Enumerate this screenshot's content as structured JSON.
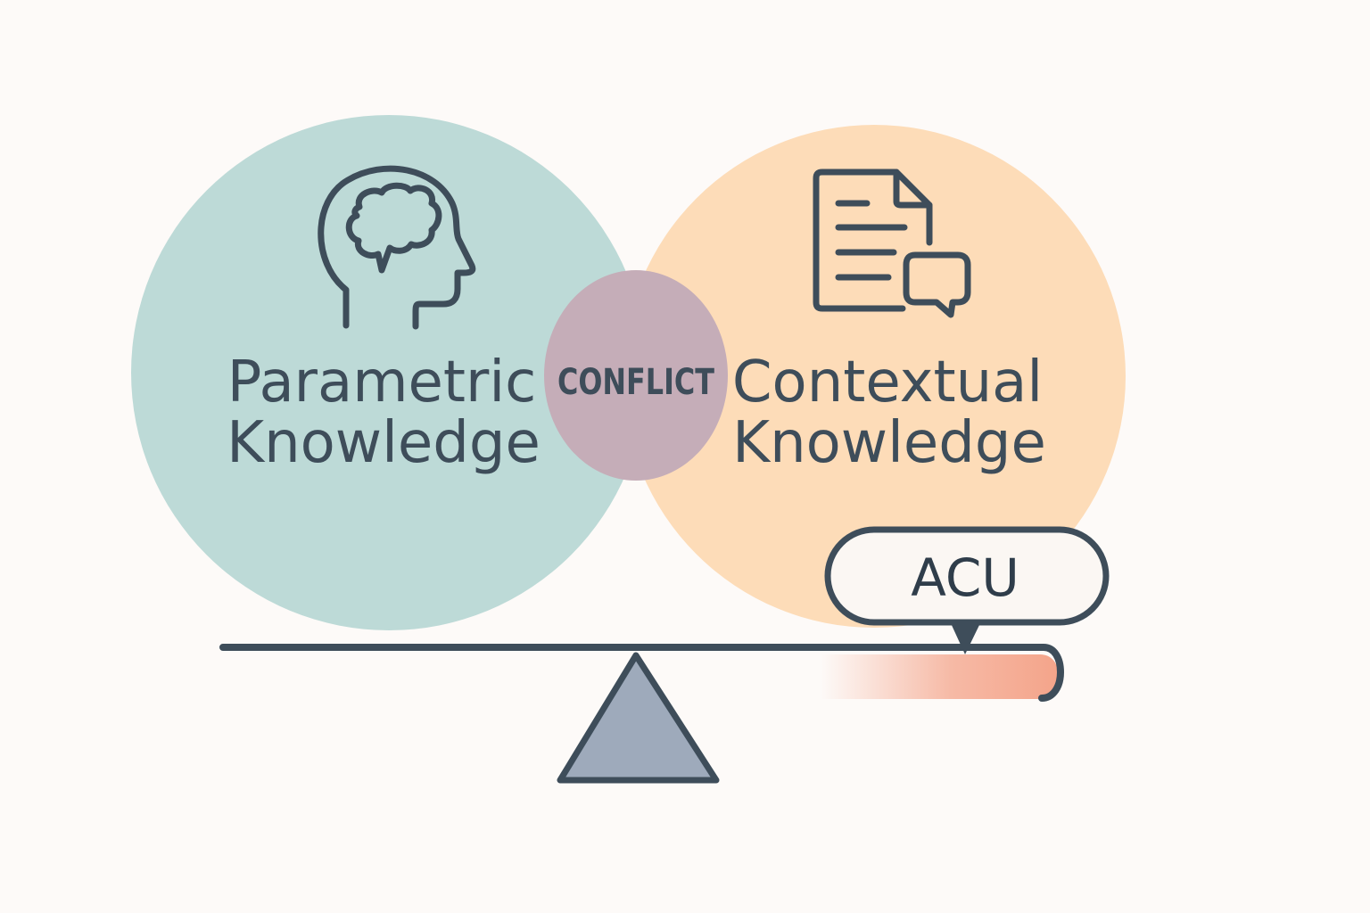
{
  "colors": {
    "background": "#fdfaf8",
    "parametric_circle": "#bddad7",
    "contextual_circle": "#fddcb8",
    "conflict_circle": "#c5adb8",
    "stroke": "#3e4d5a",
    "fulcrum": "#9eaabb",
    "acu_fill": "#f4a48a",
    "acu_badge_fill": "#fbf7f3"
  },
  "left": {
    "icon": "brain-head-icon",
    "line1": "Parametric",
    "line2": "Knowledge"
  },
  "right": {
    "icon": "document-chat-icon",
    "line1": "Contextual",
    "line2": "Knowledge"
  },
  "center": {
    "label": "CONFLICT"
  },
  "badge": {
    "label": "ACU"
  }
}
